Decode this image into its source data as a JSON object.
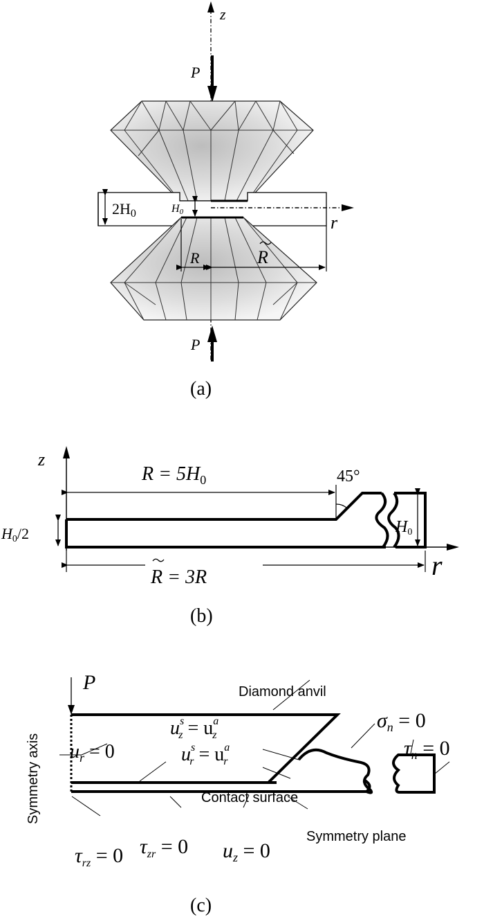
{
  "panel_a": {
    "caption": "(a)",
    "axis_z": "z",
    "axis_r": "r",
    "load_top": "P",
    "load_bottom": "P",
    "label_2H0": "2H",
    "label_2H0_sub": "0",
    "label_H0": "H",
    "label_H0_sub": "0",
    "label_R": "R",
    "label_Rtilde": "R"
  },
  "panel_b": {
    "caption": "(b)",
    "axis_z": "z",
    "axis_r": "r",
    "R_eq": "R = 5H",
    "R_eq_sub": "0",
    "angle": "45°",
    "half_height": "H",
    "half_height_sub": "0",
    "half_height_tail": "/2",
    "right_height": "H",
    "right_height_sub": "0",
    "Rtilde_eq": "R = 3R"
  },
  "panel_c": {
    "caption": "(c)",
    "load": "P",
    "diamond_anvil": "Diamond anvil",
    "symmetry_axis": "Symmetry axis",
    "contact_surface": "Contact surface",
    "symmetry_plane": "Symmetry plane",
    "ur_zero": "u",
    "ur_zero_sub": "r",
    "ur_zero_tail": " = 0",
    "uz_cont": "u",
    "uz_cont_sup": "s",
    "uz_cont_sub": "z",
    "uz_cont_mid": " = u",
    "uz_cont_sup2": "a",
    "uz_cont_sub2": "z",
    "ur_cont": "u",
    "ur_cont_sup": "s",
    "ur_cont_sub": "r",
    "ur_cont_mid": " = u",
    "ur_cont_sup2": "a",
    "ur_cont_sub2": "r",
    "sigma_n": "σ",
    "sigma_n_sub": "n",
    "sigma_n_tail": " = 0",
    "tau_n": "τ",
    "tau_n_sub": "n",
    "tau_n_tail": " = 0",
    "tau_rz": "τ",
    "tau_rz_sub": "rz",
    "tau_rz_tail": " = 0",
    "tau_zr": "τ",
    "tau_zr_sub": "zr",
    "tau_zr_tail": " = 0",
    "uz_zero": "u",
    "uz_zero_sub": "z",
    "uz_zero_tail": " = 0"
  }
}
